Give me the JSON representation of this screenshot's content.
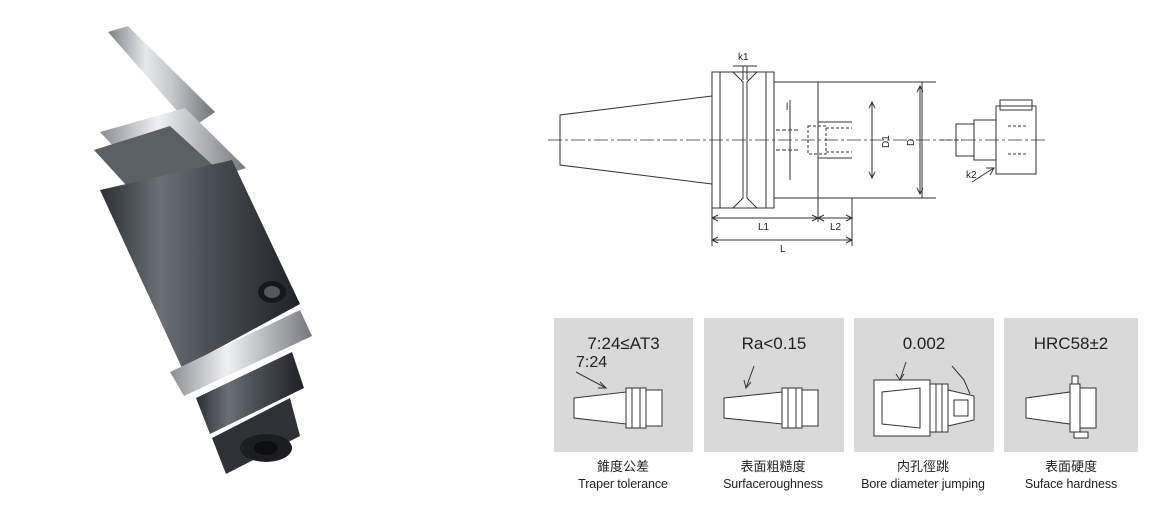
{
  "drawing": {
    "labels": {
      "k1": "k1",
      "l": "l",
      "d1": "D1",
      "d": "D",
      "l1": "L1",
      "l2": "L2",
      "length": "L",
      "k2": "k2"
    }
  },
  "features": [
    {
      "value": "7:24≤AT3",
      "subvalue": "7:24",
      "label_zh": "錐度公差",
      "label_en": "Traper tolerance"
    },
    {
      "value": "Ra<0.15",
      "label_zh": "表面粗糙度",
      "label_en": "Surfaceroughness"
    },
    {
      "value": "0.002",
      "label_zh": "内孔徑跳",
      "label_en": "Bore diameter jumping"
    },
    {
      "value": "HRC58±2",
      "label_zh": "表面硬度",
      "label_en": "Suface hardness"
    }
  ],
  "colors": {
    "card_bg": "#d9d9d9",
    "line": "#333333",
    "tool_steel": "#b8bcc0",
    "tool_dark": "#3a3f45"
  }
}
